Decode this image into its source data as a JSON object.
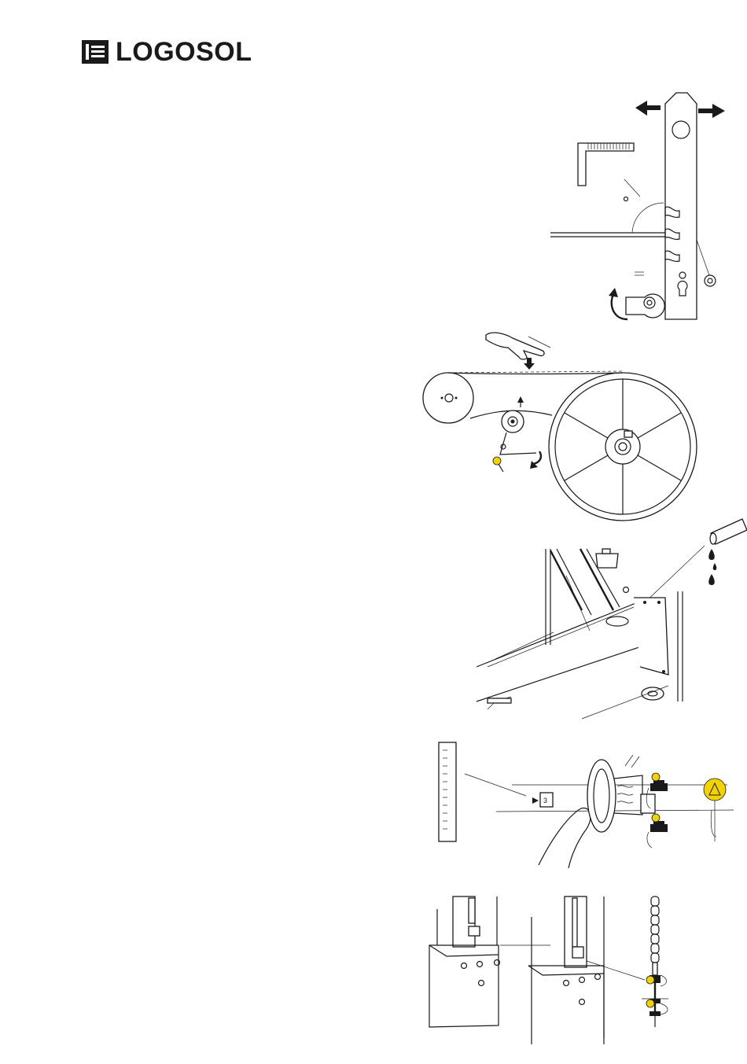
{
  "header": {
    "brand": "LOGOSOL",
    "logo_icon": "logosol-mark-icon"
  },
  "figures": {
    "adjust_plate": {
      "name": "adjustment-plate-figure"
    },
    "belt_drive": {
      "name": "belt-drive-figure"
    },
    "lubrication": {
      "name": "lubrication-figure"
    },
    "bearing_bolts": {
      "name": "bearing-bolts-figure",
      "tag_label": "3"
    },
    "chain_tension": {
      "name": "chain-tension-figure"
    }
  },
  "colors": {
    "ink": "#1a1a1a",
    "highlight": "#f2d200",
    "background": "#ffffff"
  }
}
